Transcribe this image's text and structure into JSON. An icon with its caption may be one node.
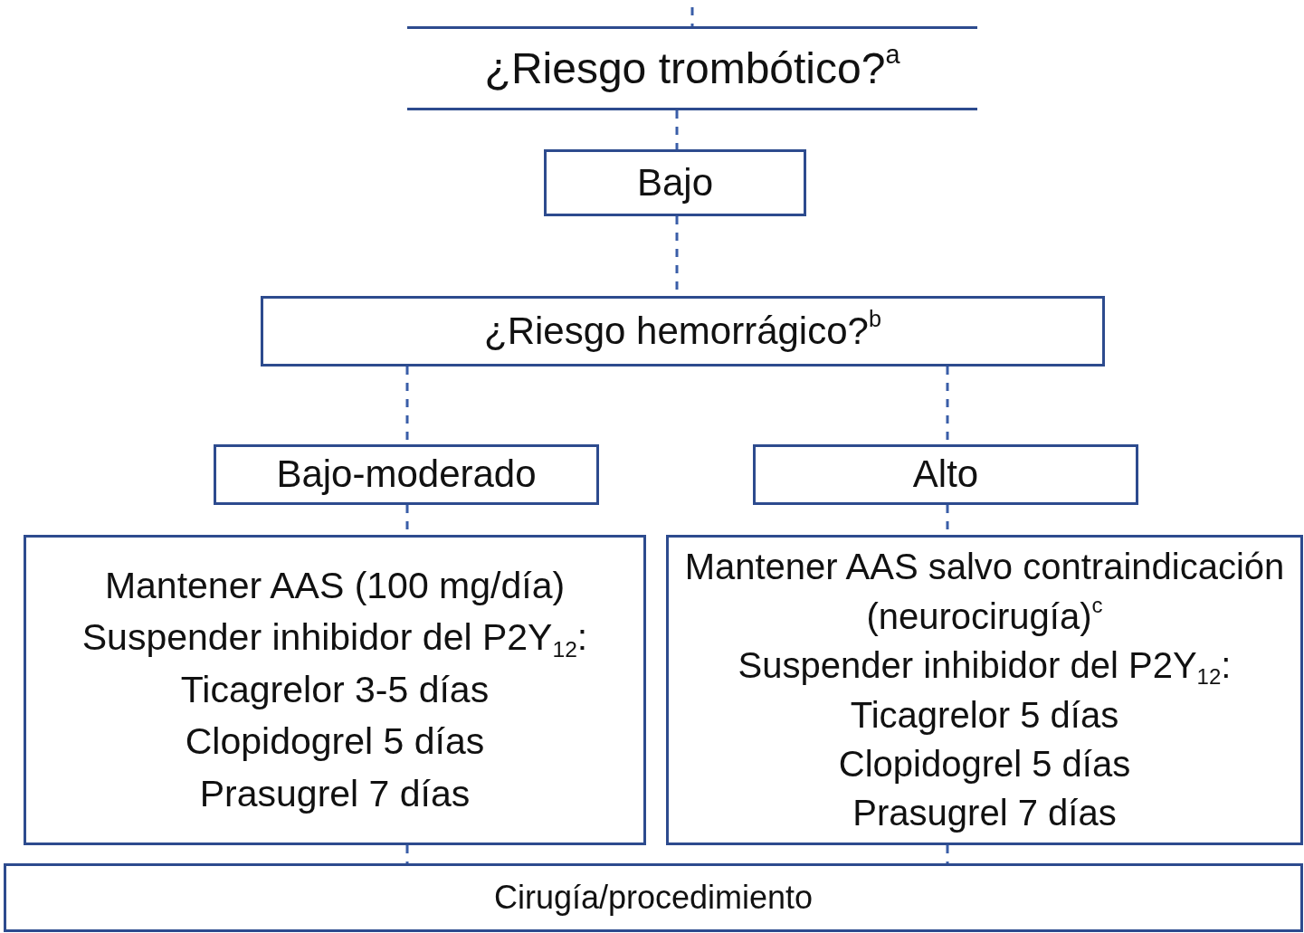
{
  "diagram": {
    "nodes": [
      {
        "text": [
          "¿Riesgo trombótico?$^{a}$"
        ]
      },
      {
        "text": [
          "Bajo"
        ]
      },
      {
        "text": [
          "¿Riesgo hemorrágico?$^{b}$"
        ]
      },
      {
        "text": [
          "Bajo-moderado"
        ]
      },
      {
        "text": [
          "Alto"
        ]
      },
      {
        "text": [
          "Mantener AAS (100 mg/día)",
          "Suspender inhibidor del P2Y$_{12}$:",
          "Ticagrelor 3-5 días",
          "Clopidogrel 5 días",
          "Prasugrel 7 días"
        ]
      },
      {
        "text": [
          "Mantener AAS salvo contraindicación (neurocirugía)$^{c}$",
          "Suspender inhibidor del P2Y$_{12}$:",
          "Ticagrelor 5 días",
          "Clopidogrel 5 días",
          "Prasugrel 7 días"
        ]
      },
      {
        "text": [
          "Cirugía/procedimiento"
        ]
      }
    ],
    "edges": [
      {
        "from": null,
        "to": 0,
        "arrow": "none",
        "style": "dashed"
      },
      {
        "from": 0,
        "to": 1,
        "arrow": "none",
        "style": "dashed"
      },
      {
        "from": 1,
        "to": 2,
        "arrow": "none",
        "style": "dashed"
      },
      {
        "from": 2,
        "to": 3,
        "arrow": "none",
        "style": "dashed"
      },
      {
        "from": 2,
        "to": 4,
        "arrow": "none",
        "style": "dashed"
      },
      {
        "from": 3,
        "to": 5,
        "arrow": "none",
        "style": "dashed"
      },
      {
        "from": 4,
        "to": 6,
        "arrow": "none",
        "style": "dashed"
      },
      {
        "from": 5,
        "to": 7,
        "arrow": "none",
        "style": "dashed"
      },
      {
        "from": 6,
        "to": 7,
        "arrow": "none",
        "style": "dashed"
      }
    ]
  }
}
